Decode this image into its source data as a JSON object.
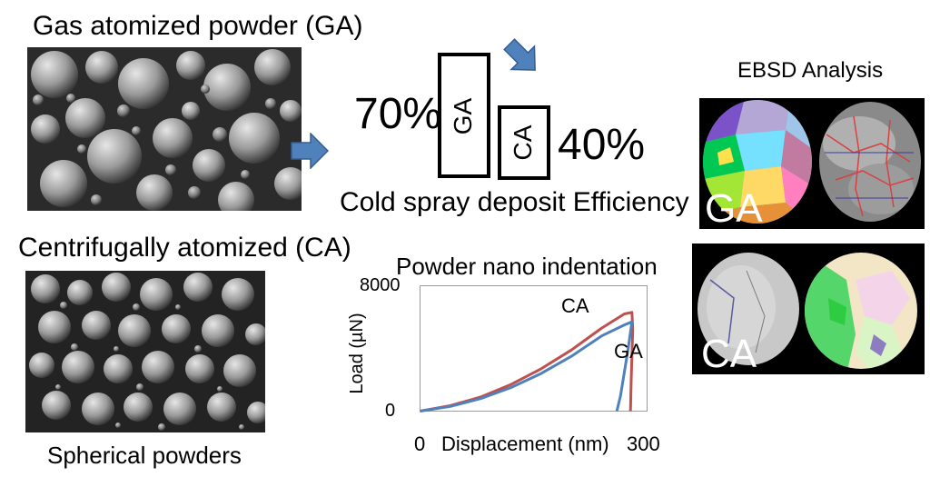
{
  "ga_title": "Gas atomized powder (GA)",
  "ca_title": "Centrifugally atomized (CA)",
  "spherical_caption": "Spherical powders",
  "efficiency": {
    "ga_percent": "70%",
    "ga_label": "GA",
    "ca_percent": "40%",
    "ca_label": "CA",
    "caption": "Cold spray deposit Efficiency"
  },
  "ebsd": {
    "title": "EBSD Analysis",
    "ga_label": "GA",
    "ca_label": "CA"
  },
  "chart_data": {
    "type": "line",
    "title": "Powder nano indentation",
    "xlabel": "Displacement (nm)",
    "ylabel": "Load (µN)",
    "xlim": [
      0,
      300
    ],
    "ylim": [
      0,
      8000
    ],
    "x_ticks": [
      "0",
      "300"
    ],
    "y_ticks": [
      "8000",
      "0"
    ],
    "series": [
      {
        "name": "CA",
        "color": "#c0504d",
        "x": [
          0,
          40,
          80,
          120,
          160,
          200,
          240,
          270,
          280,
          281,
          279,
          278
        ],
        "y": [
          0,
          350,
          900,
          1700,
          2700,
          3900,
          5300,
          6200,
          6300,
          5200,
          2000,
          0
        ]
      },
      {
        "name": "GA",
        "color": "#4f81bd",
        "x": [
          0,
          40,
          80,
          120,
          160,
          200,
          240,
          270,
          280,
          275,
          265,
          260
        ],
        "y": [
          0,
          300,
          800,
          1500,
          2400,
          3500,
          4800,
          5500,
          5700,
          4000,
          1000,
          0
        ]
      }
    ]
  },
  "colors": {
    "arrow": "#4f81bd",
    "ca_curve": "#c0504d",
    "ga_curve": "#4f81bd"
  }
}
